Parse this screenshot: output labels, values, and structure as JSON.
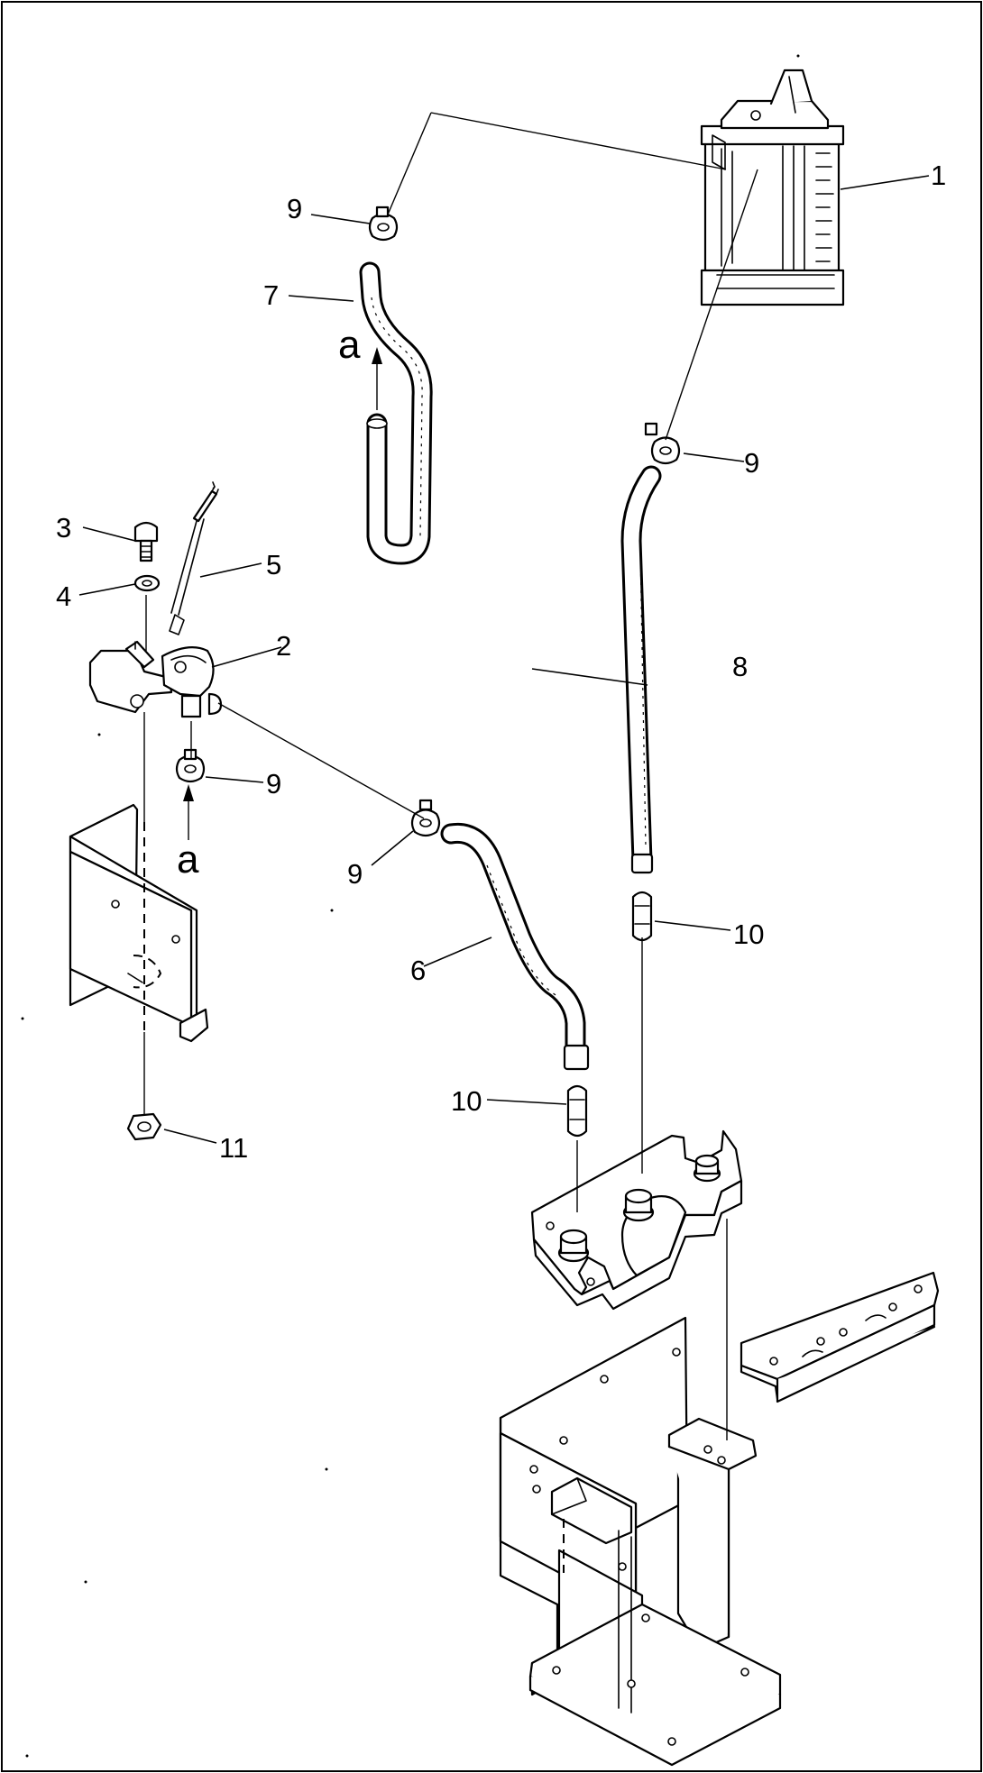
{
  "callouts": {
    "c1": "1",
    "c2": "2",
    "c3": "3",
    "c4": "4",
    "c5": "5",
    "c6": "6",
    "c7": "7",
    "c8": "8",
    "c9a": "9",
    "c9b": "9",
    "c9c": "9",
    "c9d": "9",
    "c10a": "10",
    "c10b": "10",
    "c11": "11"
  },
  "view_marks": {
    "upper": "a",
    "lower": "a"
  },
  "icons": {
    "view_arrow": "arrow-up-icon"
  }
}
